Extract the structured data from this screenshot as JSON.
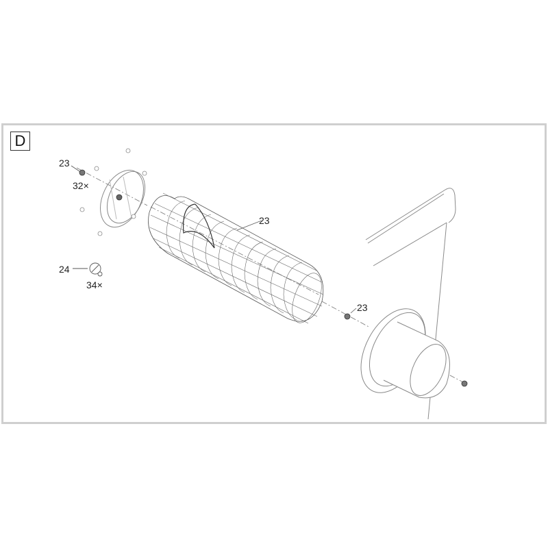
{
  "panel": {
    "label": "D"
  },
  "callouts": {
    "retainer_screw_top": {
      "number": "23",
      "qty": "32×"
    },
    "plug": {
      "number": "24",
      "qty": "34×"
    },
    "mesh_filter": {
      "number": "23"
    },
    "flange_screw": {
      "number": "23"
    }
  },
  "colors": {
    "line": "#555555",
    "light_line": "#9a9a9a",
    "frame_border": "#cfcfcf"
  }
}
